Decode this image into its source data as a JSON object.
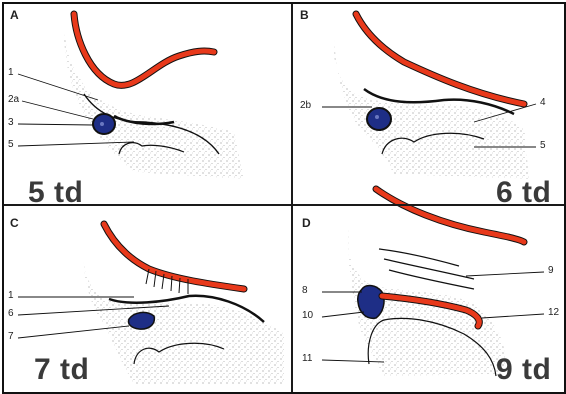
{
  "panels": [
    {
      "letter": "A",
      "stage": "5 td",
      "labels": [
        "1",
        "2a",
        "3",
        "5"
      ]
    },
    {
      "letter": "B",
      "stage": "6 td",
      "labels": [
        "2b",
        "4",
        "5"
      ]
    },
    {
      "letter": "C",
      "stage": "7 td",
      "labels": [
        "1",
        "6",
        "7"
      ]
    },
    {
      "letter": "D",
      "stage": "9 td",
      "labels": [
        "8",
        "10",
        "11",
        "9",
        "12"
      ]
    }
  ],
  "colors": {
    "skin_stipple": "#bdbdbd",
    "red_band": "#e8391b",
    "blue_structure": "#1e2e86",
    "outline": "#111111"
  }
}
